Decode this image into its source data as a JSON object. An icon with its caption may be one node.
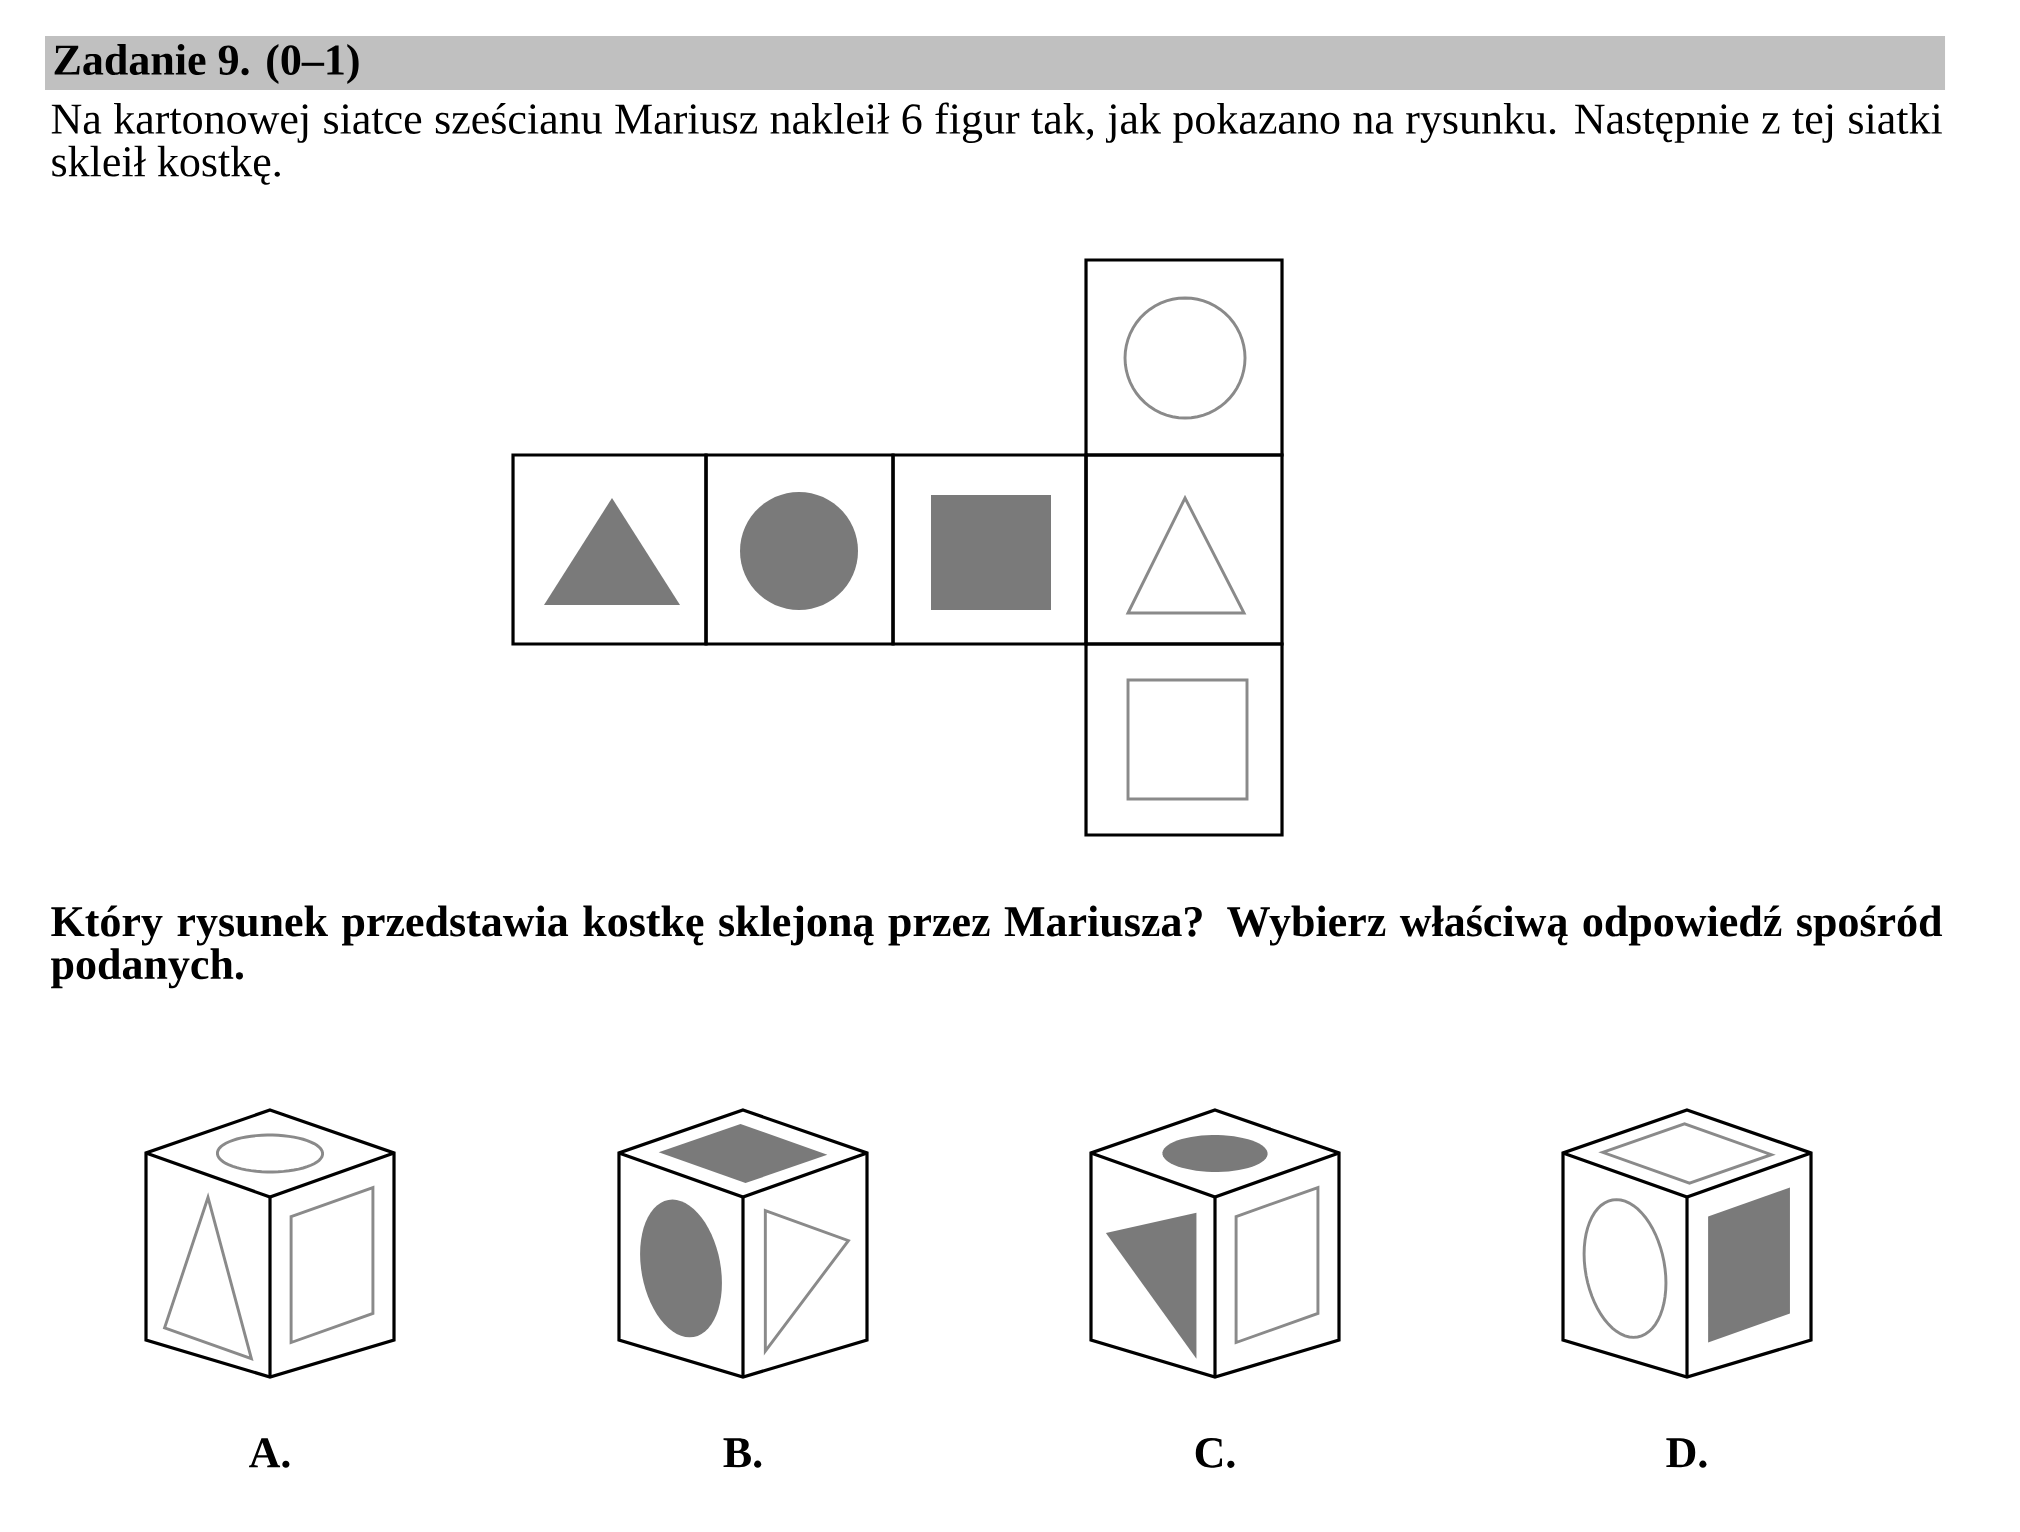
{
  "diagram": {
    "title": "Zadanie 9. (0–1)",
    "labels": [
      "Na kartonowej siatce sześcianu Mariusz nakleił 6 figur tak, jak pokazano na rysunku. Następnie z tej siatki skleił kostkę.",
      "Który rysunek przedstawia kostkę sklejoną przez Mariusza? Wybierz właściwą odpowiedź spośród podanych.",
      "A.",
      "B.",
      "C.",
      "D."
    ]
  }
}
